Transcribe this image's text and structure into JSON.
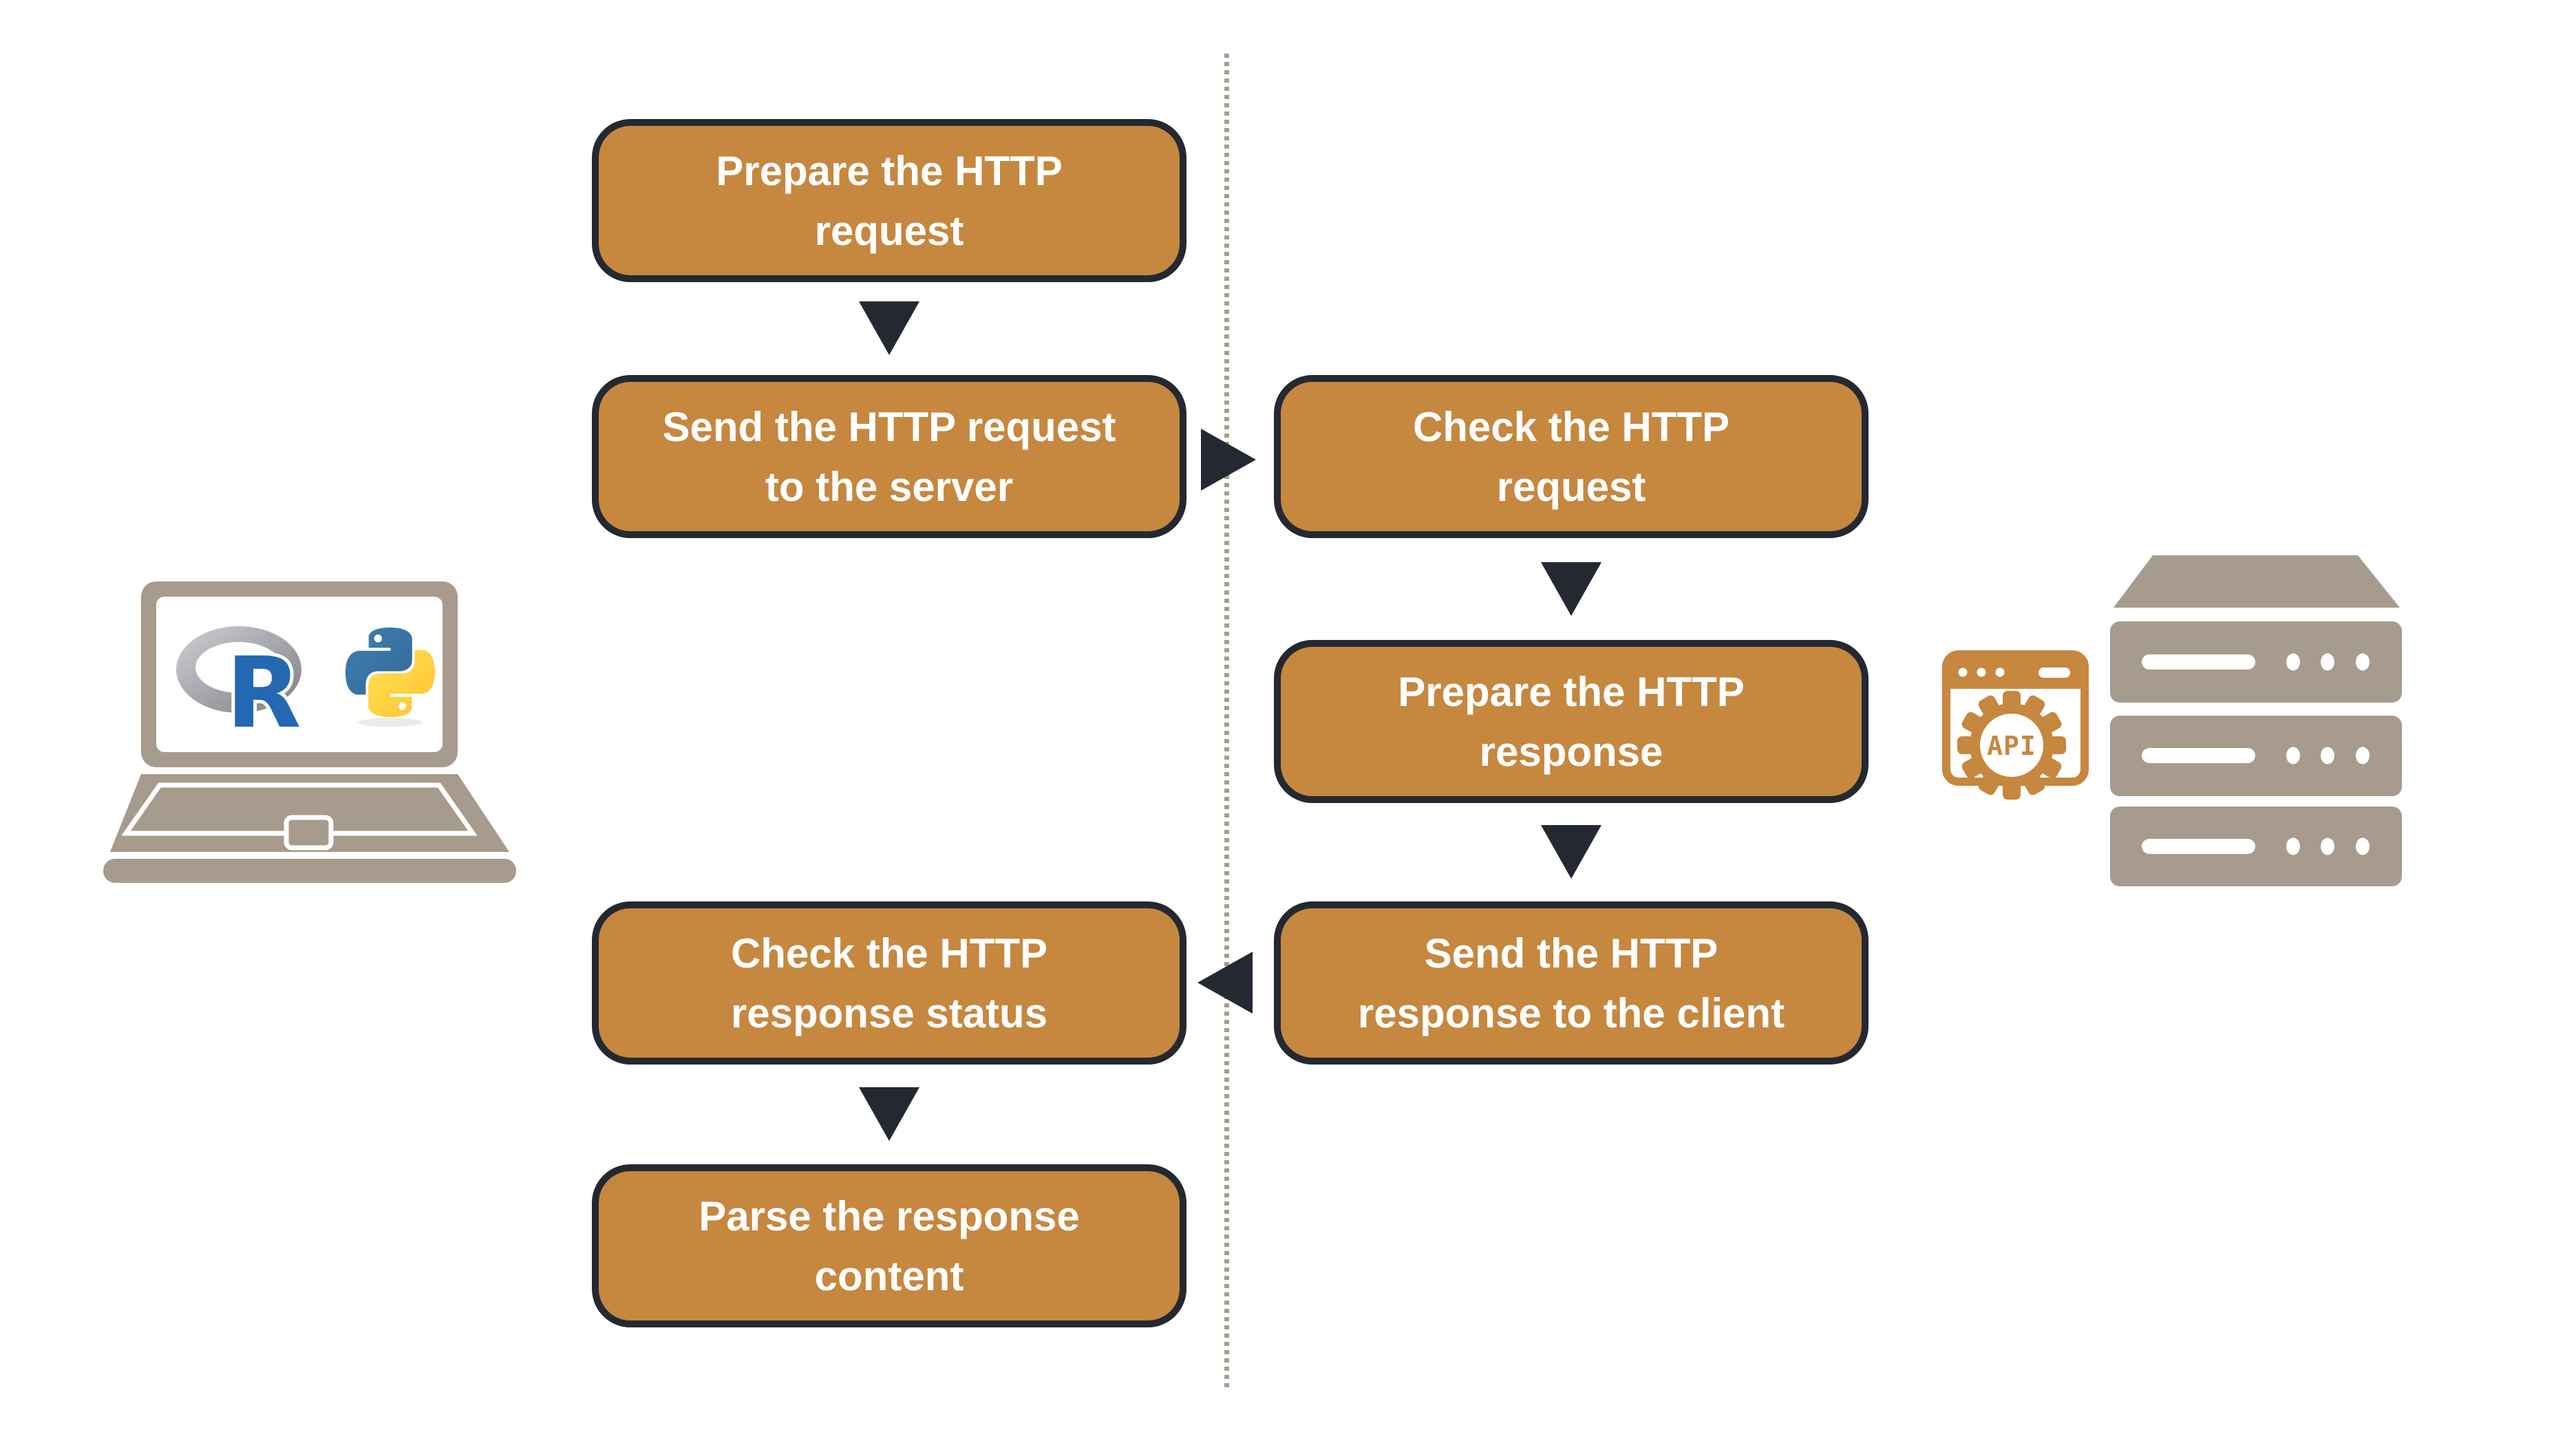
{
  "flow": {
    "client_steps": [
      {
        "label": "Prepare the HTTP\nrequest"
      },
      {
        "label": "Send the HTTP request\nto the server"
      },
      {
        "label": "Check the HTTP\nresponse status"
      },
      {
        "label": "Parse the response\ncontent"
      }
    ],
    "server_steps": [
      {
        "label": "Check the HTTP\nrequest"
      },
      {
        "label": "Prepare the HTTP\nresponse"
      },
      {
        "label": "Send the HTTP\nresponse to the client"
      }
    ]
  },
  "api_badge": {
    "label": "API"
  },
  "icons": {
    "client": "laptop-icon with r-logo-icon and python-logo-icon on screen",
    "server": "server-rack-icon with three units",
    "api": "api-gear-browser-icon overlapping server rack"
  },
  "colors": {
    "step_fill": "#c6873f",
    "step_border": "#242931",
    "step_text": "#ffffff",
    "arrow": "#242931",
    "divider_dots": "#a79c8e",
    "device_taupe": "#a69b8d",
    "r_logo_blue": "#2368b3",
    "r_logo_ring_gray_light": "#cdd0d2",
    "r_logo_ring_gray_dark": "#7f7e88",
    "python_blue_light": "#3d7fb5",
    "python_blue_dark": "#366994",
    "python_yellow_light": "#ffe253",
    "python_yellow_dark": "#ffc331"
  }
}
